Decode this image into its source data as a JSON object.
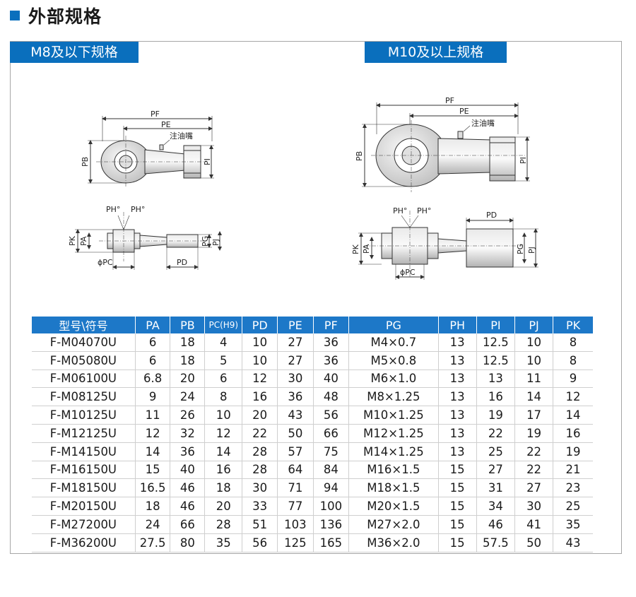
{
  "section": {
    "title": "外部规格"
  },
  "left_label": "M8及以下规格",
  "right_label": "M10及以上规格",
  "drawing_labels": {
    "pf": "PF",
    "pe": "PE",
    "pb": "PB",
    "pi": "PI",
    "nozzle": "注油嘴",
    "ph": "PH°",
    "pk": "PK",
    "pa": "PA",
    "pc": "ϕPC",
    "pd": "PD",
    "pg": "PG",
    "pj": "PJ"
  },
  "table": {
    "headers": [
      "型号\\符号",
      "PA",
      "PB",
      "PC(H9)",
      "PD",
      "PE",
      "PF",
      "PG",
      "PH",
      "PI",
      "PJ",
      "PK"
    ],
    "rows": [
      [
        "F-M04070U",
        "6",
        "18",
        "4",
        "10",
        "27",
        "36",
        "M4×0.7",
        "13",
        "12.5",
        "10",
        "8"
      ],
      [
        "F-M05080U",
        "6",
        "18",
        "5",
        "10",
        "27",
        "36",
        "M5×0.8",
        "13",
        "12.5",
        "10",
        "8"
      ],
      [
        "F-M06100U",
        "6.8",
        "20",
        "6",
        "12",
        "30",
        "40",
        "M6×1.0",
        "13",
        "13",
        "11",
        "9"
      ],
      [
        "F-M08125U",
        "9",
        "24",
        "8",
        "16",
        "36",
        "48",
        "M8×1.25",
        "13",
        "16",
        "14",
        "12"
      ],
      [
        "F-M10125U",
        "11",
        "26",
        "10",
        "20",
        "43",
        "56",
        "M10×1.25",
        "13",
        "19",
        "17",
        "14"
      ],
      [
        "F-M12125U",
        "12",
        "32",
        "12",
        "22",
        "50",
        "66",
        "M12×1.25",
        "13",
        "22",
        "19",
        "16"
      ],
      [
        "F-M14150U",
        "14",
        "36",
        "14",
        "28",
        "57",
        "75",
        "M14×1.25",
        "13",
        "25",
        "22",
        "19"
      ],
      [
        "F-M16150U",
        "15",
        "40",
        "16",
        "28",
        "64",
        "84",
        "M16×1.5",
        "15",
        "27",
        "22",
        "21"
      ],
      [
        "F-M18150U",
        "16.5",
        "46",
        "18",
        "30",
        "71",
        "94",
        "M18×1.5",
        "15",
        "31",
        "27",
        "23"
      ],
      [
        "F-M20150U",
        "18",
        "46",
        "20",
        "33",
        "77",
        "100",
        "M20×1.5",
        "15",
        "34",
        "30",
        "25"
      ],
      [
        "F-M27200U",
        "24",
        "66",
        "28",
        "51",
        "103",
        "136",
        "M27×2.0",
        "15",
        "46",
        "41",
        "35"
      ],
      [
        "F-M36200U",
        "27.5",
        "80",
        "35",
        "56",
        "125",
        "165",
        "M36×2.0",
        "15",
        "57.5",
        "50",
        "43"
      ]
    ]
  },
  "colors": {
    "accent": "#0a6fbd",
    "header_bg": "#1d78c8",
    "frame": "#a6a6a6"
  }
}
